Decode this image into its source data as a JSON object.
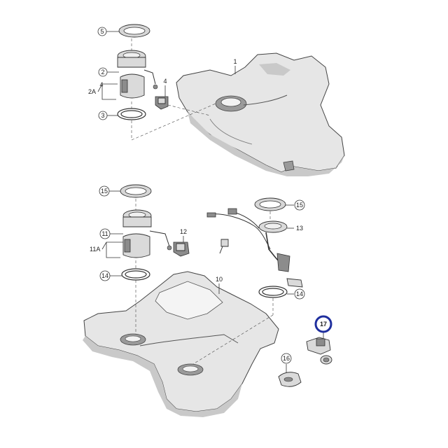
{
  "callouts": {
    "c1": "1",
    "c2": "2",
    "c2a": "2A",
    "c3": "3",
    "c4a": "4",
    "c4b": "4",
    "c5": "5",
    "c10": "10",
    "c11": "11",
    "c11a": "11A",
    "c12": "12",
    "c13": "13",
    "c14a": "14",
    "c14b": "14",
    "c15a": "15",
    "c15b": "15",
    "c16": "16",
    "c17": "17"
  },
  "highlight": {
    "callout": "17",
    "color": "#1f2f9e"
  }
}
